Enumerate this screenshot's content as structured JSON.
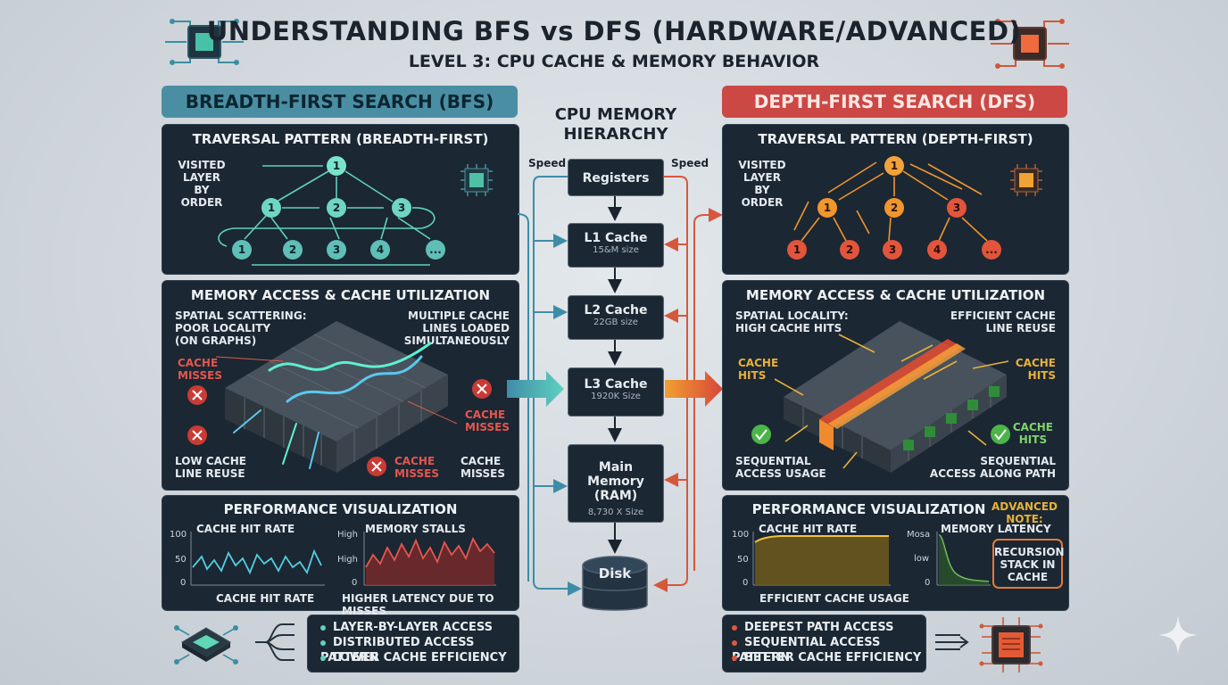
{
  "header": {
    "title": "UNDERSTANDING BFS vs DFS (HARDWARE/ADVANCED)",
    "subtitle": "LEVEL 3: CPU CACHE & MEMORY BEHAVIOR"
  },
  "bfs": {
    "banner": "BREADTH-FIRST SEARCH (BFS)",
    "traversal": {
      "title": "TRAVERSAL PATTERN (BREADTH-FIRST)",
      "note_lines": [
        "VISITED",
        "LAYER BY",
        "ORDER"
      ],
      "top": "1",
      "level1": [
        "1",
        "2",
        "3"
      ],
      "level2": [
        "1",
        "2",
        "3",
        "4",
        "..."
      ]
    },
    "memory": {
      "title": "MEMORY ACCESS & CACHE UTILIZATION",
      "spatial": [
        "SPATIAL SCATTERING:",
        "POOR LOCALITY",
        "(ON GRAPHS)"
      ],
      "multiple": [
        "MULTIPLE CACHE",
        "LINES LOADED",
        "SIMULTANEOUSLY"
      ],
      "misses_a": [
        "CACHE",
        "MISSES"
      ],
      "misses_b": [
        "CACHE",
        "MISSES"
      ],
      "misses_c": [
        "CACHE",
        "MISSES"
      ],
      "misses_d": [
        "CACHE",
        "MISSES"
      ],
      "low_reuse": [
        "LOW CACHE",
        "LINE REUSE"
      ]
    },
    "perf": {
      "title": "PERFORMANCE VISUALIZATION",
      "chart1_title": "CACHE HIT RATE",
      "chart1_caption": "CACHE HIT RATE",
      "chart1_ticks": [
        "100",
        "50",
        "0"
      ],
      "chart2_title": "MEMORY STALLS",
      "chart2_caption": "HIGHER LATENCY DUE TO MISSES",
      "chart2_ticks": [
        "High",
        "High",
        "0"
      ]
    },
    "bullets": [
      "LAYER-BY-LAYER ACCESS",
      "DISTRIBUTED ACCESS PATTERN",
      "LOWER CACHE EFFICIENCY"
    ]
  },
  "hierarchy": {
    "title_lines": [
      "CPU MEMORY",
      "HIERARCHY"
    ],
    "speed_left": "Speed",
    "speed_right": "Speed",
    "levels": [
      {
        "name": "Registers",
        "size": ""
      },
      {
        "name": "L1 Cache",
        "size": "15&M size"
      },
      {
        "name": "L2 Cache",
        "size": "22GB size"
      },
      {
        "name": "L3 Cache",
        "size": "1920K Size"
      },
      {
        "name": "Main Memory",
        "name2": "(RAM)",
        "size": "8,730 X Size"
      },
      {
        "name": "Disk",
        "size": ""
      }
    ]
  },
  "dfs": {
    "banner": "DEPTH-FIRST SEARCH (DFS)",
    "traversal": {
      "title": "TRAVERSAL PATTERN (DEPTH-FIRST)",
      "note_lines": [
        "VISITED",
        "LAYER BY",
        "ORDER"
      ],
      "top": "1",
      "level1": [
        "1",
        "2",
        "3"
      ],
      "level2": [
        "1",
        "2",
        "3",
        "4",
        "..."
      ]
    },
    "memory": {
      "title": "MEMORY ACCESS & CACHE UTILIZATION",
      "spatial": [
        "SPATIAL LOCALITY:",
        "HIGH CACHE HITS"
      ],
      "efficient": [
        "EFFICIENT CACHE",
        "LINE REUSE"
      ],
      "hits_a": [
        "CACHE",
        "HITS"
      ],
      "hits_b": [
        "CACHE",
        "HITS"
      ],
      "hits_c": [
        "CACHE",
        "HITS"
      ],
      "seq_usage": [
        "SEQUENTIAL",
        "ACCESS USAGE"
      ],
      "seq_path": [
        "SEQUENTIAL",
        "ACCESS ALONG PATH"
      ]
    },
    "perf": {
      "title": "PERFORMANCE VISUALIZATION",
      "advanced": [
        "ADVANCED",
        "NOTE:"
      ],
      "chart1_title": "CACHE HIT RATE",
      "chart1_caption": "EFFICIENT CACHE USAGE",
      "chart1_ticks": [
        "100",
        "50",
        "0"
      ],
      "chart2_title": "MEMORY LATENCY",
      "chart2_ticks": [
        "Mosa",
        "low",
        "0"
      ],
      "recursion": [
        "RECURSION",
        "STACK IN",
        "CACHE"
      ]
    },
    "bullets": [
      "DEEPEST PATH ACCESS",
      "SEQUENTIAL ACCESS PATTERN",
      "BETTER CACHE EFFICIENCY"
    ]
  },
  "colors": {
    "bfs_accent": "#5fd1c0",
    "dfs_accent": "#e2553c",
    "dfs_orange": "#f0962d",
    "panel_bg": "#1b2733"
  },
  "icons": [
    "chip-icon",
    "sparkle-icon",
    "error-icon",
    "check-icon",
    "disk-icon"
  ]
}
